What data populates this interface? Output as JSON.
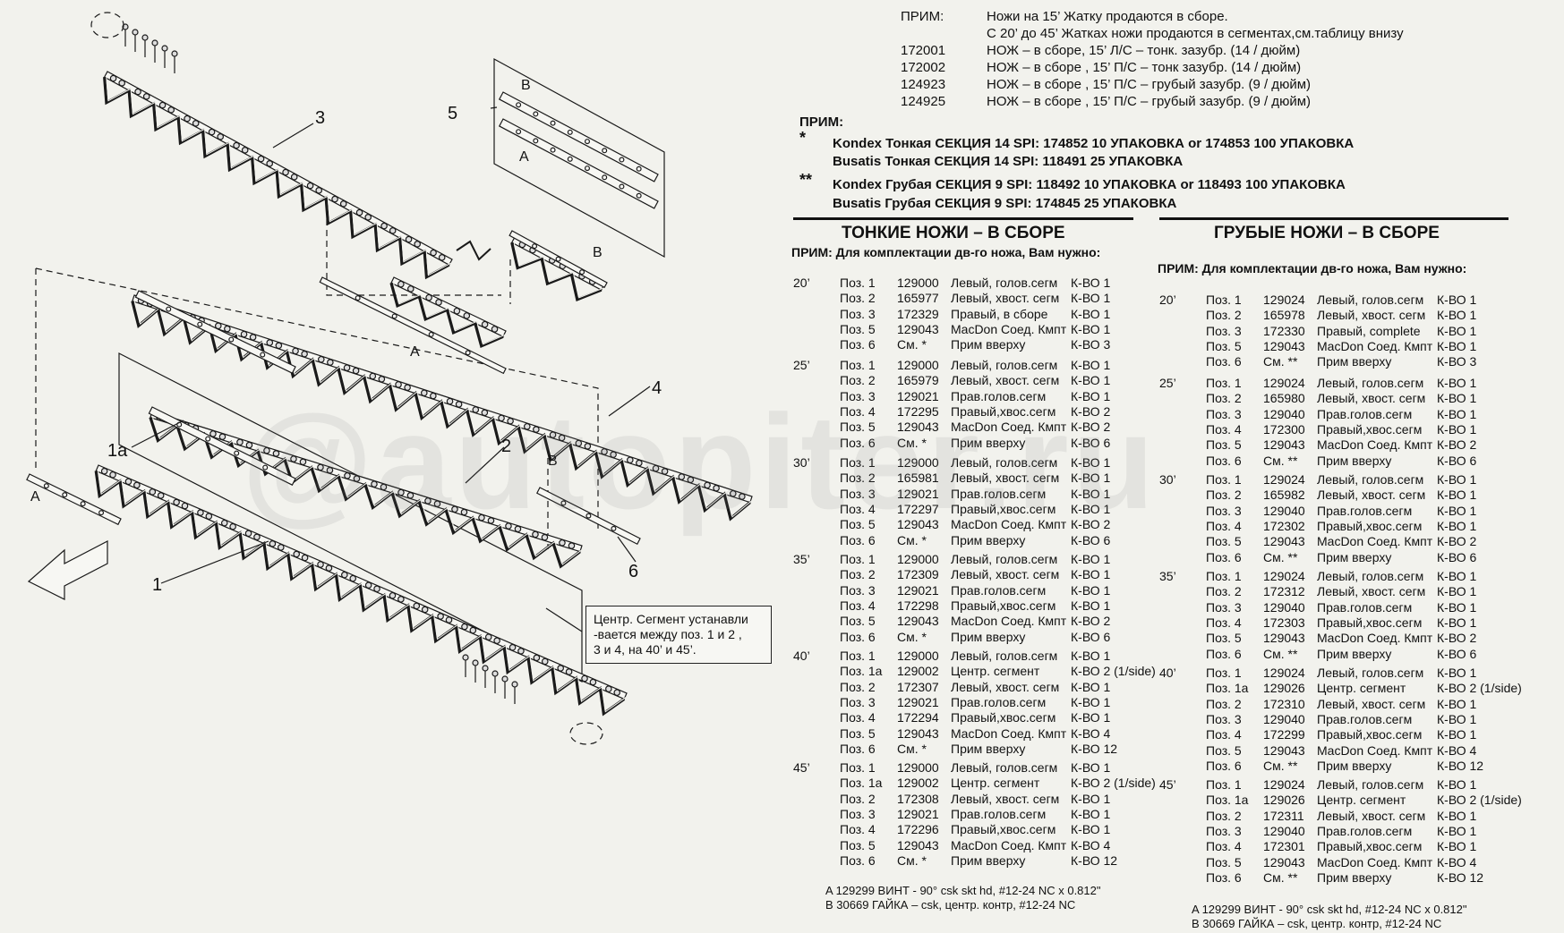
{
  "watermark": "@autopiter.ru",
  "notes_top": {
    "label": "ПРИМ:",
    "line1": "Ножи на 15’ Жатку продаются в сборе.",
    "line2": "С 20’ до 45’ Жатках ножи  продаются в сегментах,см.таблицу внизу",
    "parts": [
      {
        "num": "172001",
        "desc": "НОЖ – в сборе, 15’ Л/С – тонк. зазубр. (14 / дюйм)"
      },
      {
        "num": "172002",
        "desc": "НОЖ –  в сборе , 15’ П/С –  тонк  зазубр. (14 / дюйм)"
      },
      {
        "num": "124923",
        "desc": "НОЖ –  в сборе , 15’ П/С – грубый зазубр. (9 / дюйм)"
      },
      {
        "num": "124925",
        "desc": "НОЖ –  в сборе , 15’ П/С –  грубый  зазубр. (9 / дюйм)"
      }
    ]
  },
  "notes_bold": {
    "label": "ПРИМ:",
    "mark1": "*",
    "mark2": "**",
    "lines": [
      "Kondex Тонкая СЕКЦИЯ 14 SPI: 174852 10 УПАКОВКА or 174853 100 УПАКОВКА",
      "Busatis  Тонкая  СЕКЦИЯ 14 SPI: 118491 25 УПАКОВКА",
      "Kondex  Грубая  СЕКЦИЯ 9 SPI: 118492 10 УПАКОВКА or 118493 100 УПАКОВКА",
      "Busatis  Грубая  СЕКЦИЯ 9 SPI: 174845 25 УПАКОВКА"
    ]
  },
  "fine": {
    "title": "ТОНКИЕ НОЖИ – В СБОРЕ",
    "note": "ПРИМ: Для комплектации дв-го ножа, Вам нужно:",
    "rows": [
      [
        "20’",
        "Поз. 1",
        "129000",
        "Левый, голов.сегм",
        "К-ВО 1"
      ],
      [
        "",
        "Поз. 2",
        "165977",
        "Левый, хвост. сегм",
        "К-ВО 1"
      ],
      [
        "",
        "Поз. 3",
        "172329",
        "Правый, в сборе",
        "К-ВО 1"
      ],
      [
        "",
        "Поз. 5",
        "129043",
        "MacDon Соед. Кмпт",
        "К-ВО 1"
      ],
      [
        "",
        "Поз. 6",
        "См.  *",
        "Прим вверху",
        "К-ВО 3"
      ],
      [
        "25’",
        "Поз. 1",
        "129000",
        "Левый, голов.сегм",
        "К-ВО 1"
      ],
      [
        "",
        "Поз. 2",
        "165979",
        "Левый, хвост. сегм",
        "К-ВО 1"
      ],
      [
        "",
        "Поз. 3",
        "129021",
        "Прав.голов.сегм",
        "К-ВО 1"
      ],
      [
        "",
        "Поз. 4",
        "172295",
        "Правый,хвос.сегм",
        "К-ВО 2"
      ],
      [
        "",
        "Поз. 5",
        "129043",
        "MacDon Соед. Кмпт",
        "К-ВО 2"
      ],
      [
        "",
        "Поз. 6",
        "См.  *",
        "Прим вверху",
        "К-ВО 6"
      ],
      [
        "30’",
        "Поз. 1",
        "129000",
        "Левый, голов.сегм",
        "К-ВО 1"
      ],
      [
        "",
        "Поз. 2",
        "165981",
        "Левый, хвост. сегм",
        "К-ВО 1"
      ],
      [
        "",
        "Поз. 3",
        "129021",
        "Прав.голов.сегм",
        "К-ВО 1"
      ],
      [
        "",
        "Поз. 4",
        "172297",
        "Правый,хвос.сегм",
        "К-ВО 1"
      ],
      [
        "",
        "Поз. 5",
        "129043",
        "MacDon Соед. Кмпт",
        "К-ВО 2"
      ],
      [
        "",
        "Поз. 6",
        "См.  *",
        "Прим вверху",
        "К-ВО 6"
      ],
      [
        "35’",
        "Поз. 1",
        "129000",
        "Левый, голов.сегм",
        "К-ВО 1"
      ],
      [
        "",
        "Поз. 2",
        "172309",
        "Левый, хвост. сегм",
        "К-ВО 1"
      ],
      [
        "",
        "Поз. 3",
        "129021",
        "Прав.голов.сегм",
        "К-ВО 1"
      ],
      [
        "",
        "Поз. 4",
        "172298",
        "Правый,хвос.сегм",
        "К-ВО 1"
      ],
      [
        "",
        "Поз. 5",
        "129043",
        "MacDon Соед. Кмпт",
        "К-ВО 2"
      ],
      [
        "",
        "Поз. 6",
        "См.  *",
        "Прим вверху",
        "К-ВО 6"
      ],
      [
        "40’",
        "Поз. 1",
        "129000",
        "Левый, голов.сегм",
        "К-ВО 1"
      ],
      [
        "",
        "Поз. 1a",
        "129002",
        "Центр. сегмент",
        "К-ВО 2 (1/side)"
      ],
      [
        "",
        "Поз. 2",
        "172307",
        "Левый, хвост. сегм",
        "К-ВО 1"
      ],
      [
        "",
        "Поз. 3",
        "129021",
        "Прав.голов.сегм",
        "К-ВО 1"
      ],
      [
        "",
        "Поз. 4",
        "172294",
        "Правый,хвос.сегм",
        "К-ВО 1"
      ],
      [
        "",
        "Поз. 5",
        "129043",
        "MacDon Соед. Кмпт",
        "К-ВО 4"
      ],
      [
        "",
        "Поз. 6",
        "См.  *",
        "Прим вверху",
        "К-ВО 12"
      ],
      [
        "45’",
        "Поз. 1",
        "129000",
        "Левый, голов.сегм",
        "К-ВО 1"
      ],
      [
        "",
        "Поз. 1a",
        "129002",
        "Центр. сегмент",
        "К-ВО 2 (1/side)"
      ],
      [
        "",
        "Поз. 2",
        "172308",
        "Левый, хвост. сегм",
        "К-ВО 1"
      ],
      [
        "",
        "Поз. 3",
        "129021",
        "Прав.голов.сегм",
        "К-ВО 1"
      ],
      [
        "",
        "Поз. 4",
        "172296",
        "Правый,хвос.сегм",
        "К-ВО 1"
      ],
      [
        "",
        "Поз. 5",
        "129043",
        "MacDon Соед. Кмпт",
        "К-ВО 4"
      ],
      [
        "",
        "Поз. 6",
        "См.  *",
        "Прим вверху",
        "К-ВО 12"
      ]
    ],
    "footA": "A    129299  ВИНТ - 90° csk skt hd, #12-24 NC x 0.812\"",
    "footB": "B      30669  ГАЙКА – csk, центр. контр, #12-24 NC"
  },
  "coarse": {
    "title": "ГРУБЫЕ НОЖИ – В СБОРЕ",
    "note": "ПРИМ: Для комплектации дв-го ножа, Вам нужно:",
    "rows": [
      [
        "20’",
        "Поз. 1",
        "129024",
        "Левый, голов.сегм",
        "К-ВО 1"
      ],
      [
        "",
        "Поз. 2",
        "165978",
        "Левый, хвост. сегм",
        "К-ВО 1"
      ],
      [
        "",
        "Поз. 3",
        "172330",
        "Правый, complete",
        "К-ВО 1"
      ],
      [
        "",
        "Поз. 5",
        "129043",
        "MacDon Соед. Кмпт",
        "К-ВО 1"
      ],
      [
        "",
        "Поз. 6",
        "См.  **",
        "Прим вверху",
        "К-ВО 3"
      ],
      [
        "25’",
        "Поз. 1",
        "129024",
        "Левый, голов.сегм",
        "К-ВО 1"
      ],
      [
        "",
        "Поз. 2",
        "165980",
        "Левый, хвост. сегм",
        "К-ВО 1"
      ],
      [
        "",
        "Поз. 3",
        "129040",
        "Прав.голов.сегм",
        "К-ВО 1"
      ],
      [
        "",
        "Поз. 4",
        "172300",
        "Правый,хвос.сегм",
        "К-ВО 1"
      ],
      [
        "",
        "Поз. 5",
        "129043",
        "MacDon Соед. Кмпт",
        "К-ВО 2"
      ],
      [
        "",
        "Поз. 6",
        "См.  **",
        "Прим вверху",
        "К-ВО 6"
      ],
      [
        "30’",
        "Поз. 1",
        "129024",
        "Левый, голов.сегм",
        "К-ВО 1"
      ],
      [
        "",
        "Поз. 2",
        "165982",
        "Левый, хвост. сегм",
        "К-ВО 1"
      ],
      [
        "",
        "Поз. 3",
        "129040",
        "Прав.голов.сегм",
        "К-ВО 1"
      ],
      [
        "",
        "Поз. 4",
        "172302",
        "Правый,хвос.сегм",
        "К-ВО 1"
      ],
      [
        "",
        "Поз. 5",
        "129043",
        "MacDon Соед. Кмпт",
        "К-ВО 2"
      ],
      [
        "",
        "Поз. 6",
        "См.  **",
        "Прим вверху",
        "К-ВО 6"
      ],
      [
        "35’",
        "Поз. 1",
        "129024",
        "Левый, голов.сегм",
        "К-ВО 1"
      ],
      [
        "",
        "Поз. 2",
        "172312",
        "Левый, хвост. сегм",
        "К-ВО 1"
      ],
      [
        "",
        "Поз. 3",
        "129040",
        "Прав.голов.сегм",
        "К-ВО 1"
      ],
      [
        "",
        "Поз. 4",
        "172303",
        "Правый,хвос.сегм",
        "К-ВО 1"
      ],
      [
        "",
        "Поз. 5",
        "129043",
        "MacDon Соед. Кмпт",
        "К-ВО 2"
      ],
      [
        "",
        "Поз. 6",
        "См.  **",
        "Прим вверху",
        "К-ВО 6"
      ],
      [
        "40’",
        "Поз. 1",
        "129024",
        "Левый, голов.сегм",
        "К-ВО 1"
      ],
      [
        "",
        "Поз. 1a",
        "129026",
        "Центр. сегмент",
        "К-ВО 2 (1/side)"
      ],
      [
        "",
        "Поз. 2",
        "172310",
        "Левый, хвост. сегм",
        "К-ВО 1"
      ],
      [
        "",
        "Поз. 3",
        "129040",
        "Прав.голов.сегм",
        "К-ВО 1"
      ],
      [
        "",
        "Поз. 4",
        "172299",
        "Правый,хвос.сегм",
        "К-ВО 1"
      ],
      [
        "",
        "Поз. 5",
        "129043",
        "MacDon Соед. Кмпт",
        "К-ВО 4"
      ],
      [
        "",
        "Поз. 6",
        "См.  **",
        "Прим вверху",
        "К-ВО 12"
      ],
      [
        "45’",
        "Поз. 1",
        "129024",
        "Левый, голов.сегм",
        "К-ВО 1"
      ],
      [
        "",
        "Поз. 1a",
        "129026",
        "Центр. сегмент",
        "К-ВО 2 (1/side)"
      ],
      [
        "",
        "Поз. 2",
        "172311",
        "Левый, хвост. сегм",
        "К-ВО 1"
      ],
      [
        "",
        "Поз. 3",
        "129040",
        "Прав.голов.сегм",
        "К-ВО 1"
      ],
      [
        "",
        "Поз. 4",
        "172301",
        "Правый,хвос.сегм",
        "К-ВО 1"
      ],
      [
        "",
        "Поз. 5",
        "129043",
        "MacDon Соед. Кмпт",
        "К-ВО 4"
      ],
      [
        "",
        "Поз. 6",
        "См.  **",
        "Прим вверху",
        "К-ВО 12"
      ]
    ],
    "footA": "A    129299  ВИНТ - 90° csk skt hd, #12-24 NC x 0.812\"",
    "footB": "B      30669  ГАЙКА – csk, центр. контр, #12-24 NC"
  },
  "diagram": {
    "callout": [
      "Центр. Сегмент устанавли",
      "-вается между поз. 1 и 2 ,",
      "3 и 4, на 40’ и 45’."
    ],
    "labels": [
      "1",
      "1a",
      "2",
      "3",
      "4",
      "5",
      "6"
    ],
    "letters": [
      "A",
      "B"
    ]
  }
}
